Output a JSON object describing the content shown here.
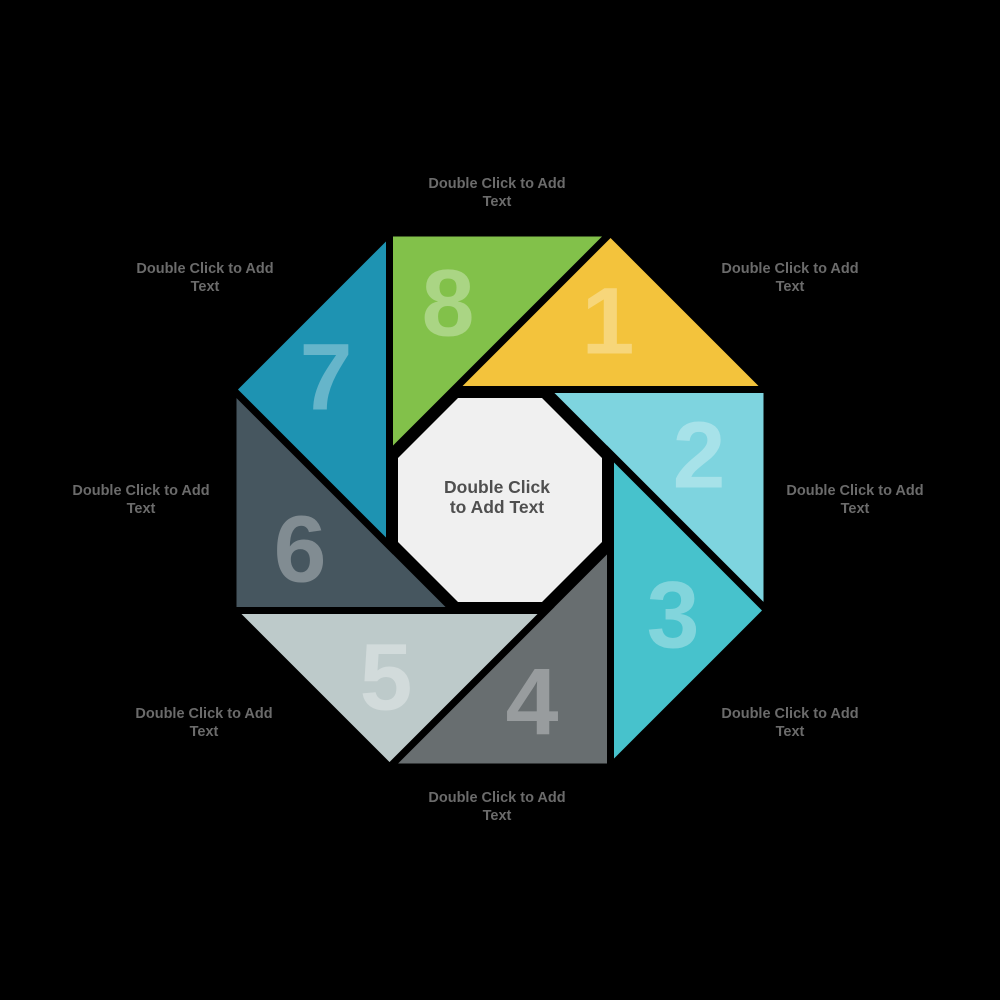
{
  "diagram": {
    "type": "aperture-8-segment-cycle",
    "background_color": "#000000",
    "label_color": "#6B6B6B",
    "number_color": "rgba(255,255,255,0.32)",
    "center": {
      "fill": "#F0F0F0",
      "text_color": "#4F4F4F",
      "lines": [
        "Double Click",
        "to Add Text"
      ]
    },
    "segments": [
      {
        "number": "1",
        "color": "#F3C33C",
        "position": "top-right",
        "label_lines": [
          "Double Click to Add",
          "Text"
        ]
      },
      {
        "number": "2",
        "color": "#7ED4DF",
        "position": "right",
        "label_lines": [
          "Double Click to Add",
          "Text"
        ]
      },
      {
        "number": "3",
        "color": "#47C2CC",
        "position": "bottom-right",
        "label_lines": [
          "Double Click to Add",
          "Text"
        ]
      },
      {
        "number": "4",
        "color": "#686E70",
        "position": "bottom",
        "label_lines": [
          "Double Click to Add",
          "Text"
        ]
      },
      {
        "number": "5",
        "color": "#BDCACA",
        "position": "bottom-left",
        "label_lines": [
          "Double Click to Add",
          "Text"
        ]
      },
      {
        "number": "6",
        "color": "#46565F",
        "position": "left",
        "label_lines": [
          "Double Click to Add",
          "Text"
        ]
      },
      {
        "number": "7",
        "color": "#1E93B2",
        "position": "top-left",
        "label_lines": [
          "Double Click to Add",
          "Text"
        ]
      },
      {
        "number": "8",
        "color": "#82C14A",
        "position": "top",
        "label_lines": [
          "Double Click to Add",
          "Text"
        ]
      }
    ]
  }
}
